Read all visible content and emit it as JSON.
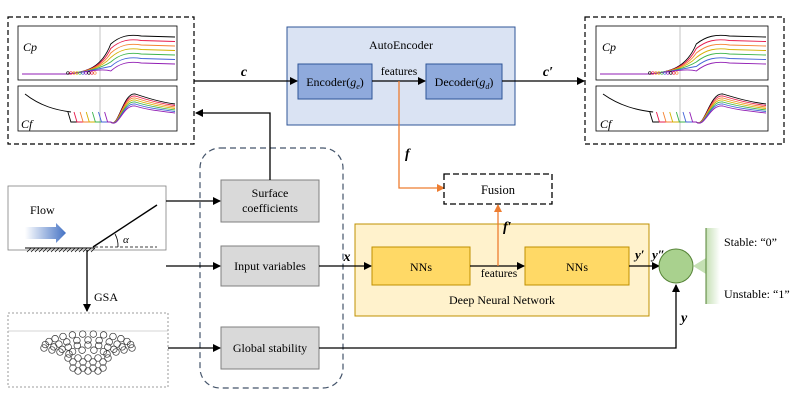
{
  "autoencoder": {
    "title": "AutoEncoder",
    "encoder": {
      "prefix": "Encoder(",
      "sym": "g",
      "sub": "e",
      "suffix": ")"
    },
    "decoder": {
      "prefix": "Decoder(",
      "sym": "g",
      "sub": "d",
      "suffix": ")"
    },
    "features_label": "features"
  },
  "signals": {
    "c": "c",
    "c_prime": "c′",
    "f": "f",
    "f_prime": "f′",
    "x": "x",
    "y_prime": "y′",
    "y_double_prime": "y″",
    "y": "y"
  },
  "fusion_label": "Fusion",
  "inputs": {
    "surface": [
      "Surface",
      "coefficients"
    ],
    "input_variables": "Input variables",
    "global_stability": "Global stability"
  },
  "dnn": {
    "title": "Deep Neural Network",
    "nn_left": "NNs",
    "nn_right": "NNs",
    "features_label": "features"
  },
  "left_plots": {
    "top_label": "Cp",
    "bottom_label": "Cf"
  },
  "right_plots": {
    "top_label": "Cp",
    "bottom_label": "Cf"
  },
  "flow": {
    "label": "Flow",
    "alpha": "α"
  },
  "gsa_label": "GSA",
  "outputs": {
    "stable": "Stable: “0”",
    "unstable": "Unstable: “1”"
  },
  "colors": {
    "autoencoder_fill": "#dae3f3",
    "autoencoder_stroke": "#2f5597",
    "encoder_fill": "#8faadc",
    "dnn_fill": "#fff2cc",
    "nn_fill": "#ffd966",
    "nn_stroke": "#bf9000",
    "node_fill": "#a9d18e",
    "node_stroke": "#548235",
    "gray_box": "#d9d9d9",
    "orange_arrow": "#ed7d31",
    "flow_arrow": "#4472c4"
  }
}
